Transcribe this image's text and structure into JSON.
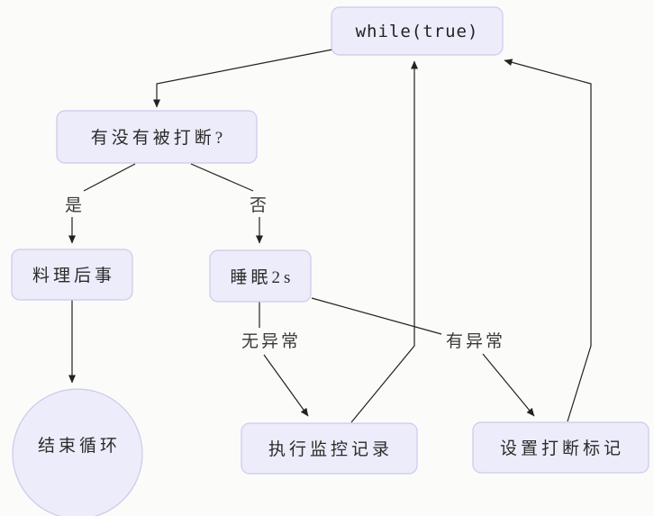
{
  "diagram": {
    "type": "flowchart",
    "background": "#fbfbf9",
    "node_fill": "#ececfb",
    "node_border": "#ccc9ea",
    "line_color": "#222222",
    "nodes": [
      {
        "id": "while-loop",
        "label": "while(true)",
        "shape": "rounded-rect",
        "font": "monospace"
      },
      {
        "id": "interrupted-check",
        "label": "有没有被打断?",
        "shape": "rounded-rect",
        "font": "serif"
      },
      {
        "id": "cleanup",
        "label": "料理后事",
        "shape": "rounded-rect",
        "font": "serif"
      },
      {
        "id": "sleep-2s",
        "label": "睡眠2s",
        "shape": "rounded-rect",
        "font": "serif"
      },
      {
        "id": "end-loop",
        "label": "结束循环",
        "shape": "circle",
        "font": "serif"
      },
      {
        "id": "run-monitor-record",
        "label": "执行监控记录",
        "shape": "rounded-rect",
        "font": "serif"
      },
      {
        "id": "set-interrupt-flag",
        "label": "设置打断标记",
        "shape": "rounded-rect",
        "font": "serif"
      }
    ],
    "edge_labels": [
      {
        "id": "yes",
        "text": "是"
      },
      {
        "id": "no",
        "text": "否"
      },
      {
        "id": "no-exception",
        "text": "无异常"
      },
      {
        "id": "has-exception",
        "text": "有异常"
      }
    ],
    "edges": [
      {
        "from": "while-loop",
        "to": "interrupted-check",
        "label": ""
      },
      {
        "from": "interrupted-check",
        "to": "cleanup",
        "label": "是"
      },
      {
        "from": "interrupted-check",
        "to": "sleep-2s",
        "label": "否"
      },
      {
        "from": "cleanup",
        "to": "end-loop",
        "label": ""
      },
      {
        "from": "sleep-2s",
        "to": "run-monitor-record",
        "label": "无异常"
      },
      {
        "from": "sleep-2s",
        "to": "set-interrupt-flag",
        "label": "有异常"
      },
      {
        "from": "run-monitor-record",
        "to": "while-loop",
        "label": ""
      },
      {
        "from": "set-interrupt-flag",
        "to": "while-loop",
        "label": ""
      }
    ]
  }
}
